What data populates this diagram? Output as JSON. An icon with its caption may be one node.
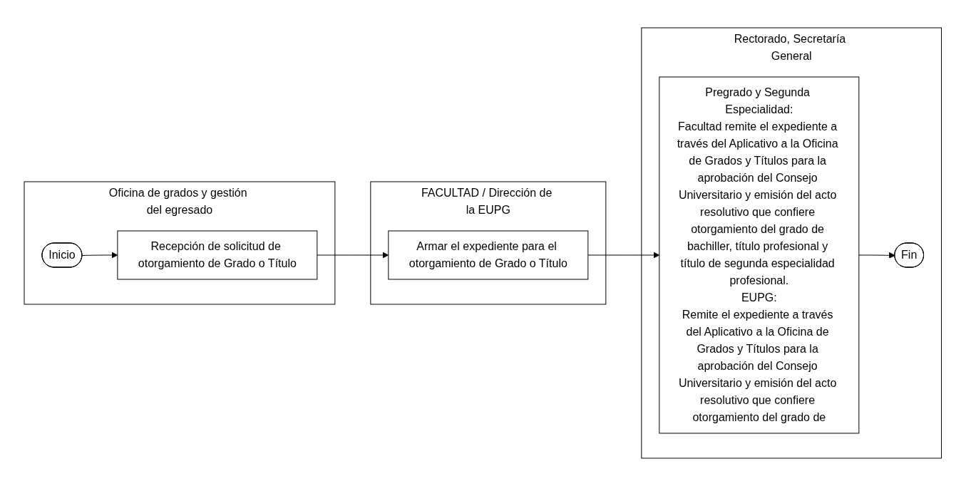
{
  "diagram": {
    "nodes": [
      {
        "text": [
          "Oficina de grados y gestión del egresado"
        ]
      },
      {
        "text": [
          "Inicio"
        ],
        "in": 0
      },
      {
        "text": [
          "Recepción de solicitud de otorgamiento de Grado o Título"
        ],
        "in": 0
      },
      {
        "text": [
          "FACULTAD / Dirección de la EUPG"
        ]
      },
      {
        "text": [
          "Armar el expediente para el otorgamiento de Grado o Título"
        ],
        "in": 3
      },
      {
        "text": [
          "Rectorado, Secretaría General"
        ]
      },
      {
        "text": [
          "Pregrado y Segunda Especialidad:",
          "Facultad remite el expediente a través del Aplicativo a la Oficina de Grados y Títulos para la aprobación del Consejo Universitario y emisión del acto resolutivo que confiere otorgamiento del grado de bachiller, título profesional y título de segunda especialidad profesional.",
          "EUPG:",
          "Remite el expediente a través del Aplicativo a la Oficina de Grados y Títulos para la aprobación del Consejo Universitario y emisión del acto resolutivo que confiere otorgamiento del grado de"
        ],
        "in": 5
      },
      {
        "text": [
          "Fin"
        ],
        "in": 5
      }
    ],
    "edges": [
      {
        "from": 1,
        "to": 2,
        "arrow": "to"
      },
      {
        "from": 2,
        "to": 4,
        "arrow": "to"
      },
      {
        "from": 4,
        "to": 6,
        "arrow": "to"
      },
      {
        "from": 6,
        "to": 7,
        "arrow": "to"
      }
    ]
  }
}
